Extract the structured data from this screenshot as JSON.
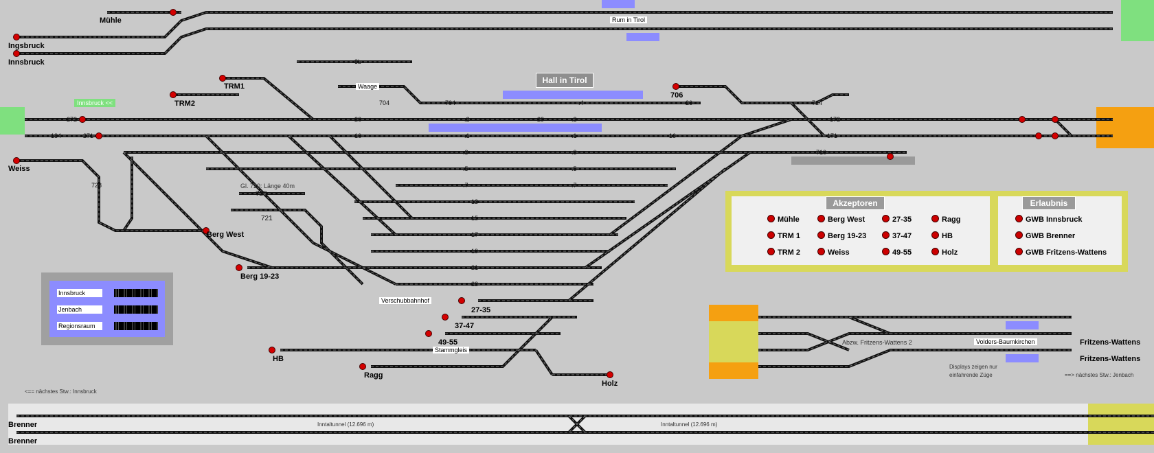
{
  "stations": {
    "muehle": "Mühle",
    "ingsbruck": "Ingsbruck",
    "innsbruck": "Innsbruck",
    "weiss": "Weiss",
    "trm1": "TRM1",
    "trm2": "TRM2",
    "berg_west": "Berg West",
    "berg_19_23": "Berg 19-23",
    "hb": "HB",
    "ragg": "Ragg",
    "holz": "Holz",
    "s27_35": "27-35",
    "s37_47": "37-47",
    "s49_55": "49-55",
    "brenner_1": "Brenner",
    "brenner_2": "Brenner",
    "fritzens_1": "Fritzens-Wattens",
    "fritzens_2": "Fritzens-Wattens",
    "volders": "Volders-Baumkirchen",
    "rum": "Rum in Tirol",
    "hall": "Hall in Tirol",
    "waage": "Waage",
    "stammgleis": "Stammgleis",
    "verschub": "Verschubbahnhof",
    "innsbruck_arrow": "Innsbruck <<",
    "t706": "706"
  },
  "track_labels": {
    "t272": "272",
    "t271": "271",
    "t184": "184",
    "t728": "728",
    "t720": "720",
    "t721": "721",
    "t26": "26",
    "t16": "16",
    "t3": ".3",
    "t5": ".5",
    "t7": ".7",
    "t13": "13",
    "t15": "15",
    "t17": "17",
    "t19": "19",
    "t21": "21",
    "t23": "23",
    "t2": ".2",
    "t1": ".1",
    "t4": ".4",
    "t29": "29",
    "t2r": ".2",
    "t1r": ".1",
    "t3r": ".3",
    "t5r": ".5",
    "t7r": ".7",
    "t26r": "26",
    "t16r": "16",
    "t714": "714",
    "t172": "172",
    "t171": "171",
    "t710": "710",
    "t704a": "704",
    "t704b": "704",
    "t8b": "8b",
    "t706": "706"
  },
  "notes": {
    "gl720": "Gl. 720: Länge 40m",
    "prev_stw": "<== nächstes Stw.: Innsbruck",
    "next_stw": "==> nächstes Stw.: Jenbach",
    "abzw": "Abzw. Fritzens-Wattens 2",
    "displays_1": "Displays zeigen nur",
    "displays_2": "einfahrende Züge",
    "tunnel_1": "Inntaltunnel (12.696 m)",
    "tunnel_2": "Inntaltunnel (12.696 m)"
  },
  "akzeptoren": {
    "title": "Akzeptoren",
    "items": [
      "Mühle",
      "Berg West",
      "27-35",
      "Ragg",
      "TRM 1",
      "Berg 19-23",
      "37-47",
      "HB",
      "TRM 2",
      "Weiss",
      "49-55",
      "Holz"
    ]
  },
  "erlaubnis": {
    "title": "Erlaubnis",
    "items": [
      "GWB Innsbruck",
      "GWB Brenner",
      "GWB Fritzens-Wattens"
    ]
  },
  "displays": {
    "items": [
      "Innsbruck",
      "Jenbach",
      "Regionsraum"
    ]
  },
  "colors": {
    "background": "#c9c9c9",
    "track": "#1a1a1a",
    "signal_red": "#d00000",
    "green_zone": "#7fe07f",
    "orange_zone": "#f5a011",
    "yellow_zone": "#d8d85a",
    "platform": "#8c8cff"
  }
}
